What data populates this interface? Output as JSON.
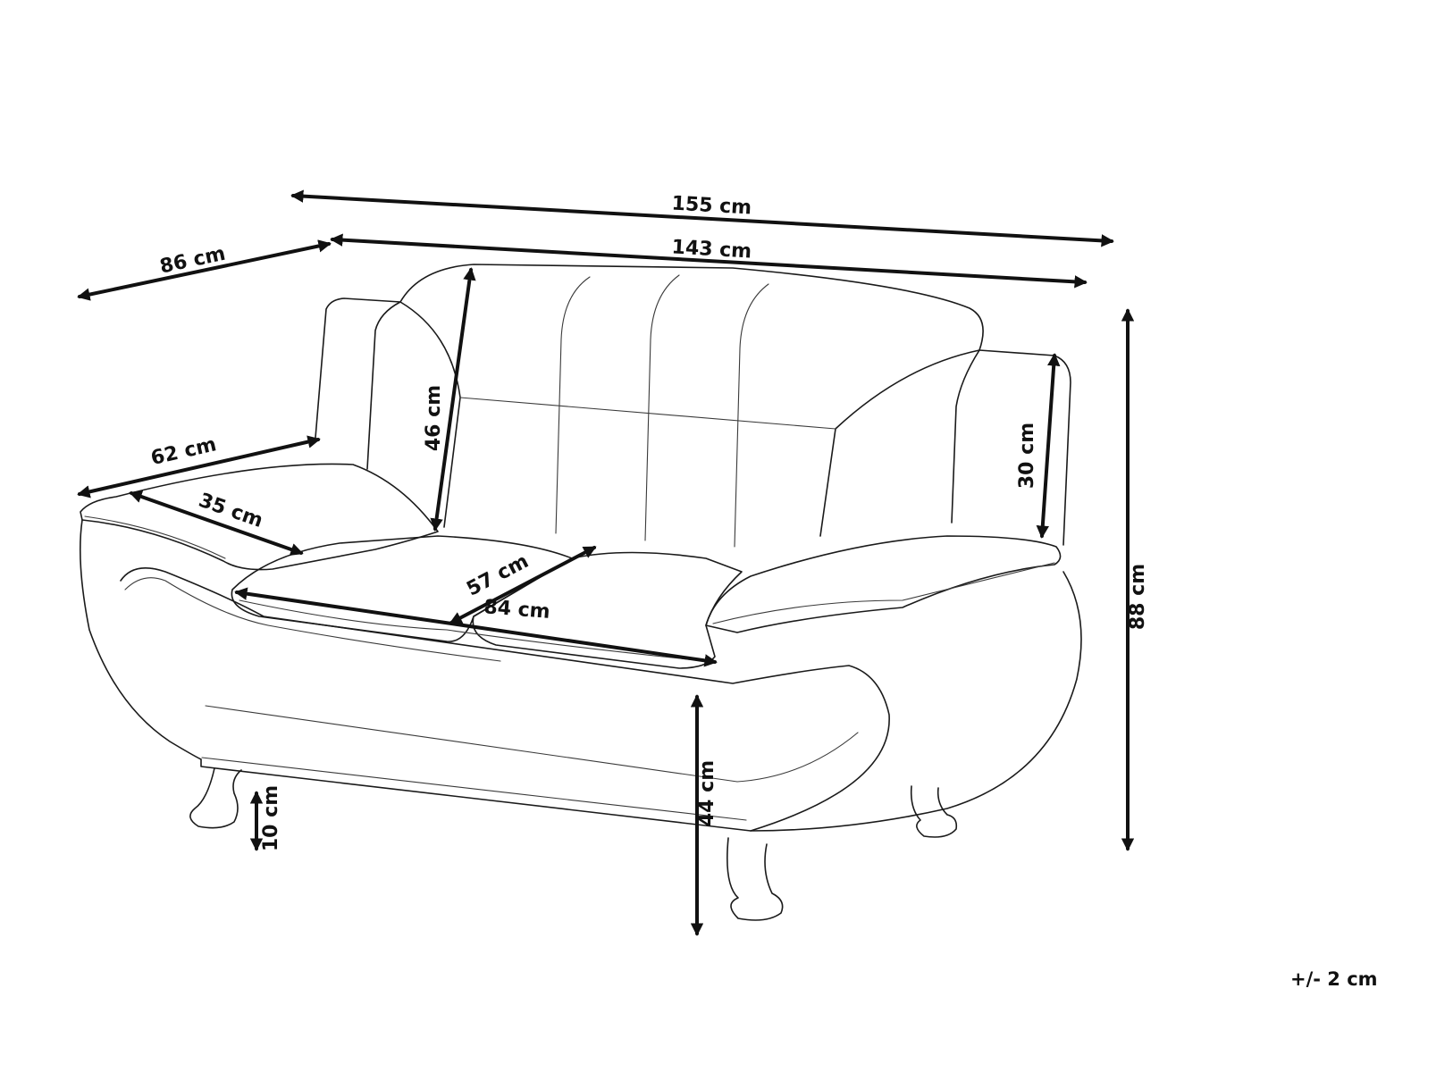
{
  "dimensions": {
    "overall_width": "155 cm",
    "seat_area_width": "143 cm",
    "depth": "86 cm",
    "armrest_depth": "62 cm",
    "armrest_width": "35 cm",
    "backrest_height": "46 cm",
    "armrest_height": "30 cm",
    "overall_height": "88 cm",
    "seat_depth": "57 cm",
    "seat_width": "84 cm",
    "seat_height": "44 cm",
    "leg_height": "10 cm"
  },
  "tolerance": "+/- 2 cm"
}
